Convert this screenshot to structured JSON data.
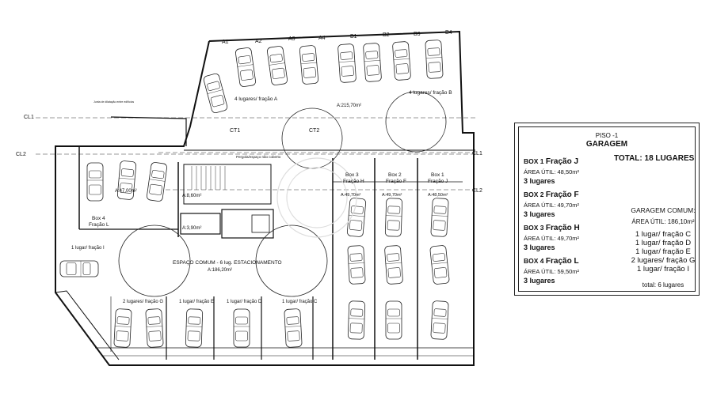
{
  "plan": {
    "space_labels": {
      "a1": "A1",
      "a2": "A2",
      "a3": "A3",
      "a4": "A4",
      "b1": "B1",
      "b2": "B2",
      "b3": "B3",
      "b4": "B4",
      "cl1_left": "CL1",
      "cl2_left": "CL2",
      "cl1_right": "CL1",
      "cl2_right": "CL2",
      "ct1": "CT1",
      "ct2": "CT2"
    },
    "zone_labels": {
      "zone_a": "4 lugares/ fração A",
      "zone_b": "4 lugares/ fração B",
      "area_top": "A:215,70m²",
      "pergola": "Pergola/espaço não coberto",
      "box3_name": "Box 3",
      "box3_fraction": "Fração H",
      "box3_area": "A:49,70m²",
      "box2_name": "Box 2",
      "box2_fraction": "Fração F",
      "box2_area": "A:49,70m²",
      "box1_name": "Box 1",
      "box1_fraction": "Fração J",
      "box1_area": "A:48,50m²",
      "box4_name": "Box 4",
      "box4_fraction": "Fração L",
      "box4_area": "A:47,00m²",
      "stair_area": "A:8,60m²",
      "small_area": "A:3,90m²",
      "common_title": "ESPAÇO COMUM - 6 lug. ESTACIONAMENTO",
      "common_area": "A:186,20m²",
      "lugar_i": "1 lugar/ fração I",
      "lugar_g": "2 lugares/ fração G",
      "lugar_e": "1 lugar/ fração E",
      "lugar_d": "1 lugar/ fração D",
      "lugar_c": "1 lugar/ fração C",
      "junta": "Junta de dilatação entre edifícios"
    }
  },
  "legend": {
    "title1": "PISO -1",
    "title2": "GARAGEM",
    "total": "TOTAL: 18 LUGARES",
    "boxes": [
      {
        "box": "BOX 1",
        "fraction": "Fração J",
        "area": "ÁREA ÚTIL: 48,50m²",
        "count": "3 lugares"
      },
      {
        "box": "BOX 2",
        "fraction": "Fração F",
        "area": "ÁREA ÚTIL: 49,70m²",
        "count": "3 lugares"
      },
      {
        "box": "BOX 3",
        "fraction": "Fração H",
        "area": "ÁREA ÚTIL: 49,70m²",
        "count": "3 lugares"
      },
      {
        "box": "BOX 4",
        "fraction": "Fração L",
        "area": "ÁREA ÚTIL: 59,50m²",
        "count": "3 lugares"
      }
    ],
    "common": {
      "title": "GARAGEM COMUM:",
      "area": "ÁREA ÚTIL: 186,10m²",
      "lines": [
        "1 lugar/ fração C",
        "1 lugar/ fração D",
        "1 lugar/ fração E",
        "2 lugares/ fração G",
        "1 lugar/ fração I"
      ],
      "total": "total: 6 lugares"
    }
  }
}
